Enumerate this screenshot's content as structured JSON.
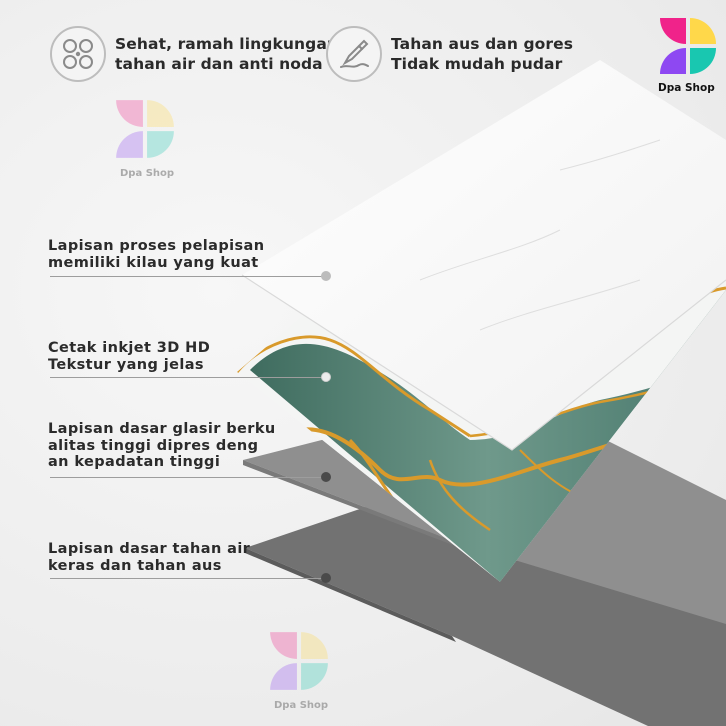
{
  "features": {
    "left": {
      "icon": "leaf-clover-icon",
      "line1": "Sehat, ramah lingkungan",
      "line2": "tahan air dan anti noda"
    },
    "right": {
      "icon": "knife-scratch-icon",
      "line1": "Tahan aus dan gores",
      "line2": "Tidak mudah pudar"
    }
  },
  "brand": {
    "name": "Dpa Shop",
    "colors": {
      "pink": "#f0238a",
      "yellow": "#ffd84a",
      "teal": "#19c7b0",
      "purple": "#8e48f2"
    }
  },
  "watermark_text": "Dpa Shop",
  "layers": [
    {
      "line1": "Lapisan proses pelapisan",
      "line2": "memiliki kilau yang kuat"
    },
    {
      "line1": "Cetak inkjet 3D HD",
      "line2": "Tekstur yang jelas"
    },
    {
      "line1": "Lapisan dasar glasir berku",
      "line2": "alitas tinggi dipres deng",
      "line3": "an kepadatan tinggi"
    },
    {
      "line1": "Lapisan dasar tahan air",
      "line2": "keras dan tahan aus"
    }
  ],
  "colors": {
    "text": "#2b2b2b",
    "marble_green": "#4e7d6f",
    "gold": "#d99a2b",
    "gray_layer": "#8e8e8e",
    "dark_layer": "#6f6f6f"
  }
}
